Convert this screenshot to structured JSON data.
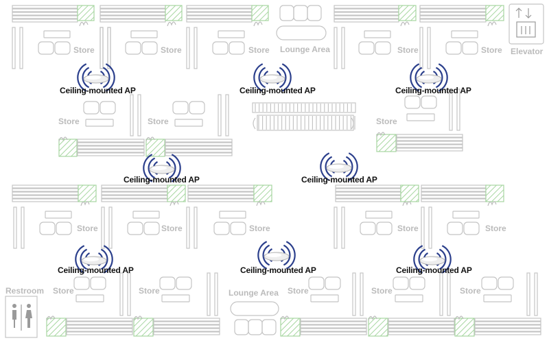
{
  "labels": {
    "store": "Store",
    "lounge": "Lounge Area",
    "elevator": "Elevator",
    "restroom": "Restroom",
    "ap": "Ceiling-mounted AP"
  },
  "colors": {
    "line": "#c4c4c4",
    "hatch": "#a6d6a0",
    "text_gray": "#bbbbbb",
    "ap_wave": "#2b3f8c",
    "ap_body": "#eeeeee"
  },
  "icons": [
    "ap-icon",
    "elevator-icon",
    "restroom-icon",
    "escalator-icon",
    "sofa-icon",
    "display-rack-icon"
  ]
}
